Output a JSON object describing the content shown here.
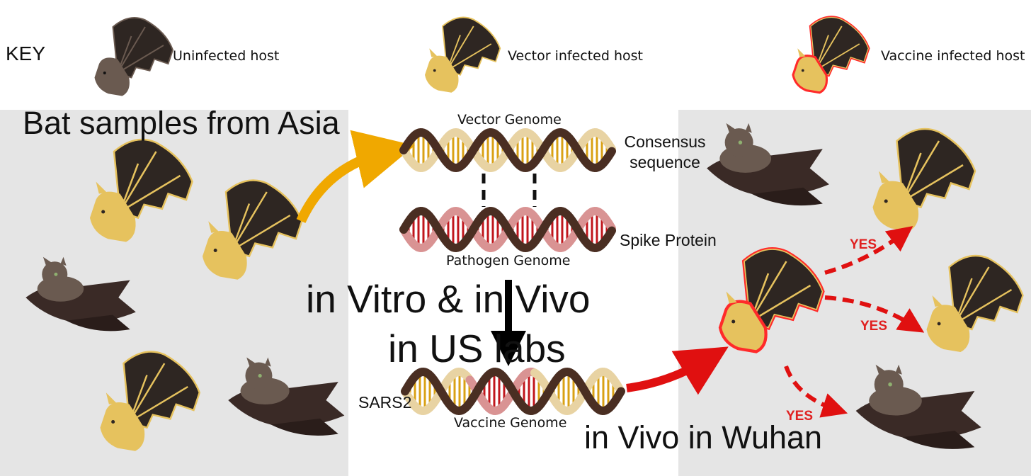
{
  "key": {
    "label": "KEY",
    "uninfected": "Uninfected host",
    "vector_infected": "Vector infected host",
    "vaccine_infected": "Vaccine infected host"
  },
  "colors": {
    "panel_gray": "#e5e5e5",
    "bat_dark": "#2e2622",
    "bat_yellow": "#e6c25e",
    "bat_brown": "#6a5a50",
    "vector_cream": "#e8d3a3",
    "vector_gold": "#d9a114",
    "pathogen_pink": "#d99393",
    "pathogen_red": "#c0161c",
    "helix_dark": "#4a2e22",
    "arrow_orange": "#f0a800",
    "arrow_red": "#e01010",
    "yes_red": "#e02020"
  },
  "diagram": {
    "left_title": "Bat samples from Asia",
    "vector_genome": "Vector Genome",
    "consensus_sequence": "Consensus sequence",
    "pathogen_genome": "Pathogen Genome",
    "spike_protein": "Spike Protein",
    "in_vitro_line1": "in Vitro & in Vivo",
    "in_vitro_line2": "in US labs",
    "sars2": "SARS2",
    "vaccine_genome": "Vaccine Genome",
    "in_vivo_wuhan": "in Vivo in Wuhan",
    "yes_labels": [
      "YES",
      "YES",
      "YES"
    ]
  }
}
